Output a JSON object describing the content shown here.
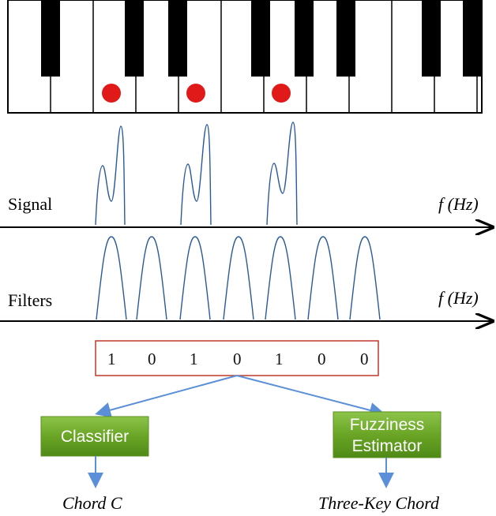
{
  "signal": {
    "label": "Signal",
    "axis_label": "f (Hz)"
  },
  "filters": {
    "label": "Filters",
    "axis_label": "f (Hz)"
  },
  "binary_code": {
    "bits": [
      "1",
      "0",
      "1",
      "0",
      "1",
      "0",
      "0"
    ]
  },
  "classifier": {
    "label": "Classifier",
    "output": "Chord C"
  },
  "fuzziness_estimator": {
    "label_line1": "Fuzziness",
    "label_line2": "Estimator",
    "output": "Three-Key Chord"
  },
  "colors": {
    "box_green": "#6aa526",
    "arrow_blue": "#5b8fd8",
    "code_border": "#c0392b",
    "key_dot": "#e01919",
    "curve": "#2a5a9a"
  }
}
